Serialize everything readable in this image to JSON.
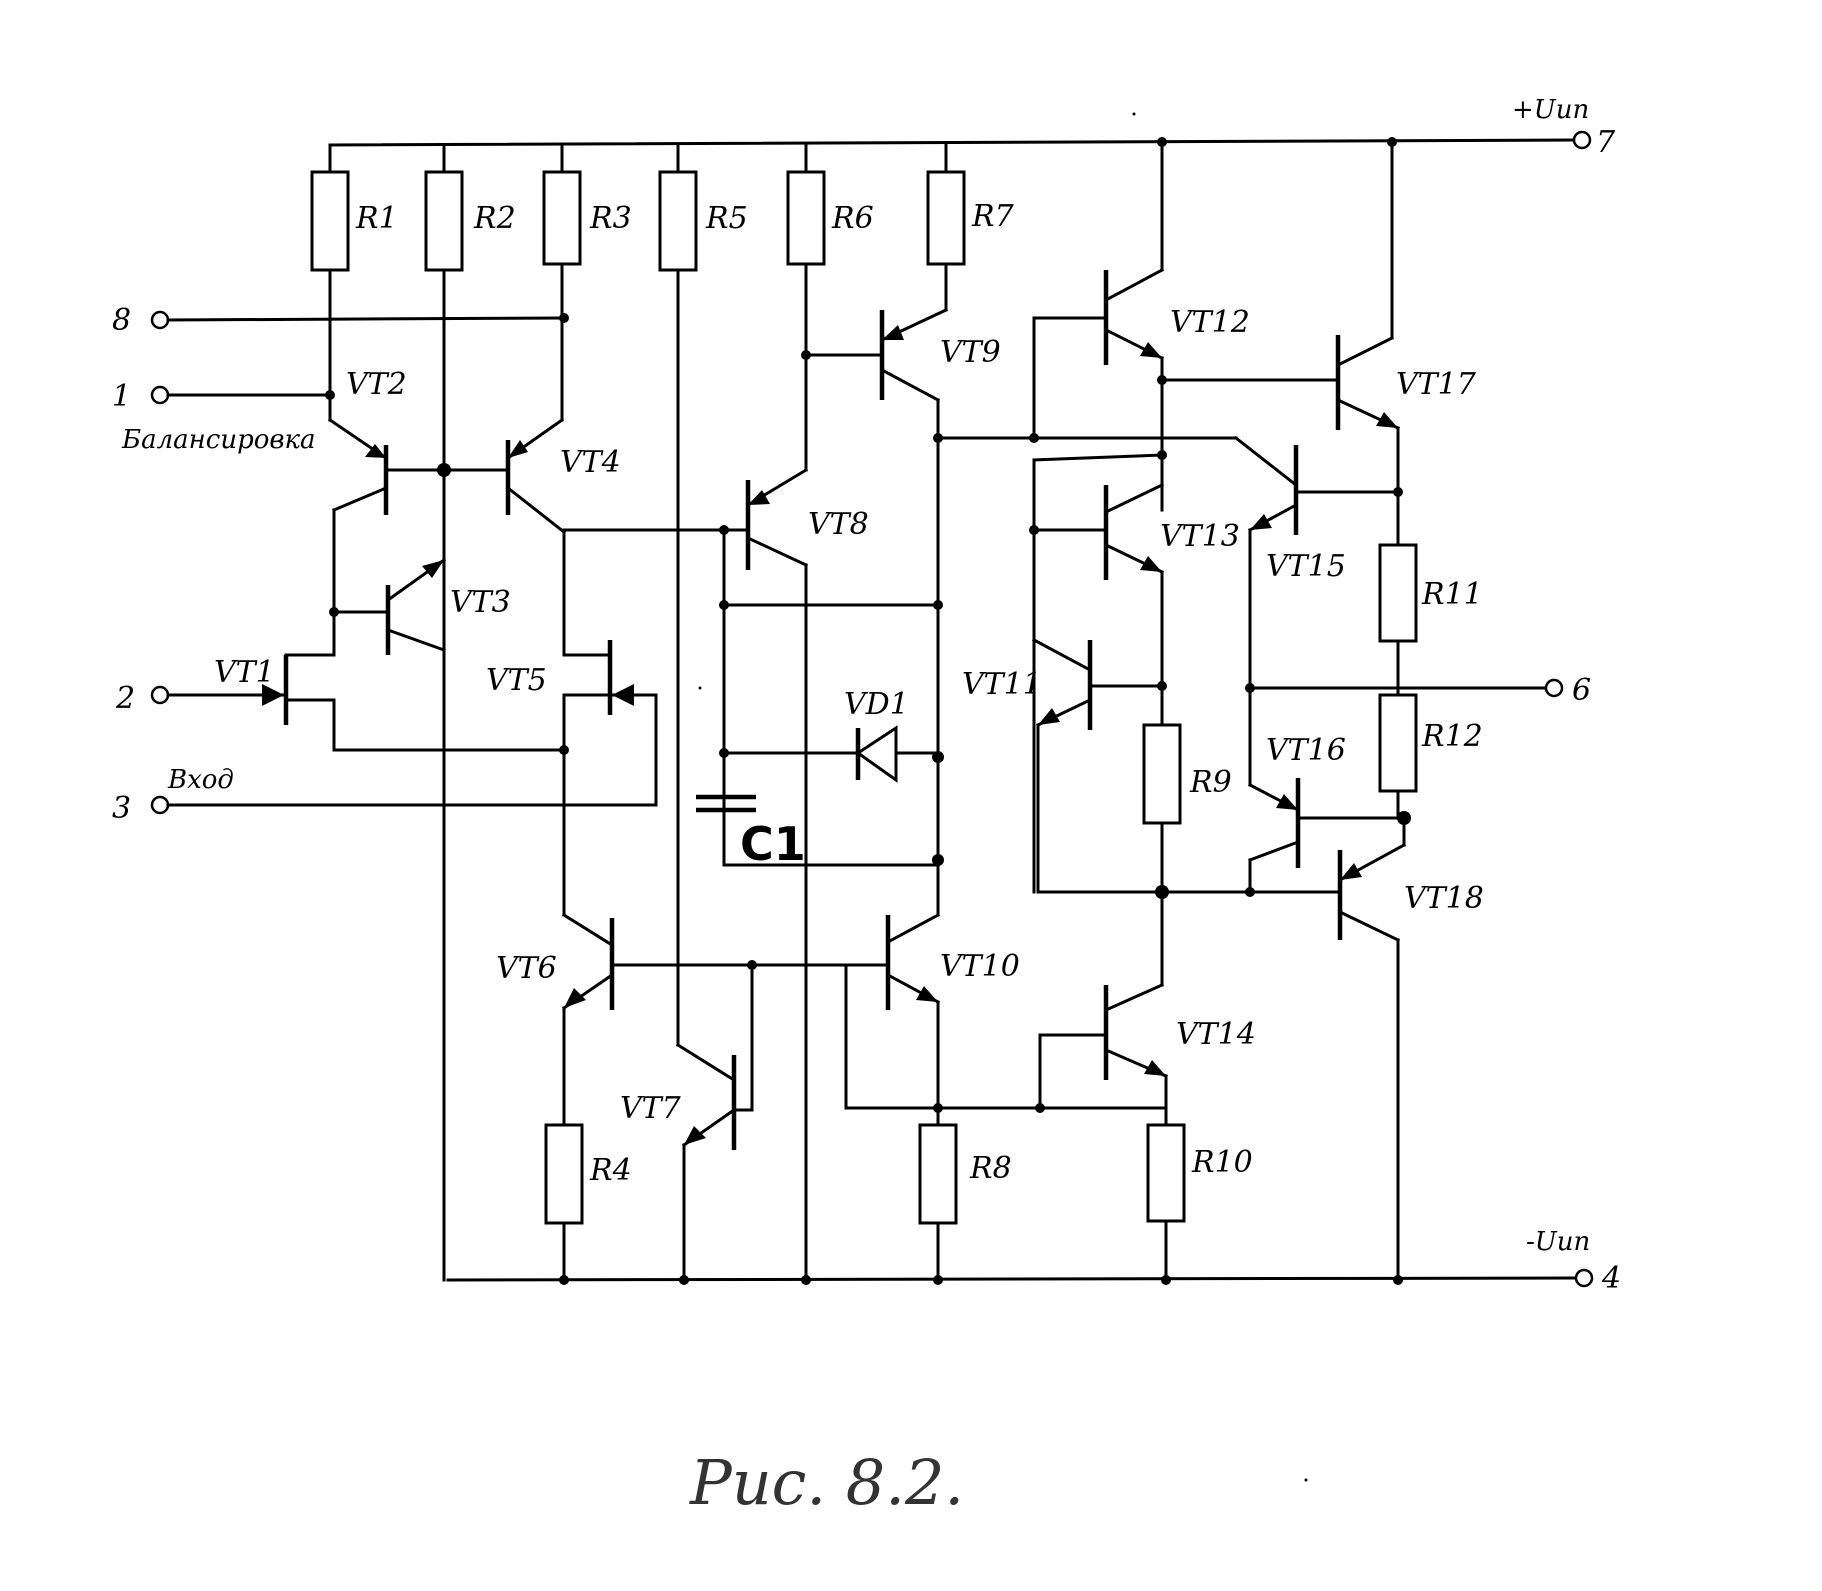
{
  "terminals": {
    "supply_pos": "+Uип",
    "supply_pos_pin": "7",
    "supply_neg": "-Uип",
    "supply_neg_pin": "4",
    "pin8": "8",
    "pin1": "1",
    "pin2": "2",
    "pin3": "3",
    "pin6": "6",
    "balance_label": "Балансировка",
    "input_label": "Вход"
  },
  "resistors": {
    "R1": "R1",
    "R2": "R2",
    "R3": "R3",
    "R5": "R5",
    "R6": "R6",
    "R7": "R7",
    "R4": "R4",
    "R8": "R8",
    "R9": "R9",
    "R10": "R10",
    "R11": "R11",
    "R12": "R12"
  },
  "transistors": {
    "VT1": "VT1",
    "VT2": "VT2",
    "VT3": "VT3",
    "VT4": "VT4",
    "VT5": "VT5",
    "VT6": "VT6",
    "VT7": "VT7",
    "VT8": "VT8",
    "VT9": "VT9",
    "VT10": "VT10",
    "VT11": "VT11",
    "VT12": "VT12",
    "VT13": "VT13",
    "VT14": "VT14",
    "VT15": "VT15",
    "VT16": "VT16",
    "VT17": "VT17",
    "VT18": "VT18"
  },
  "other": {
    "VD1": "VD1",
    "C1": "C1"
  },
  "caption": "Рис. 8.2."
}
